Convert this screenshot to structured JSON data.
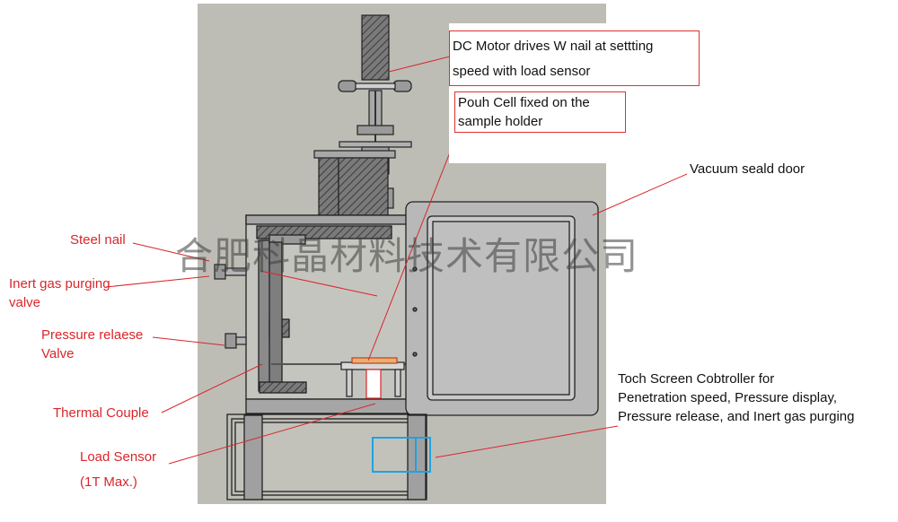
{
  "labels": {
    "dc_motor_line1": "DC Motor drives W nail at settting",
    "dc_motor_line2": "speed with load sensor",
    "pouch_line1": "Pouh Cell fixed on the",
    "pouch_line2": "sample holder",
    "vacuum_door": "Vacuum seald door",
    "steel_nail": "Steel nail",
    "inert_gas_line1": "Inert gas purging",
    "inert_gas_line2": "valve",
    "pressure_line1": "Pressure relaese",
    "pressure_line2": "Valve",
    "thermal_couple": "Thermal Couple",
    "load_sensor_line1": "Load Sensor",
    "load_sensor_line2": "(1T Max.)",
    "touch_line1": "Toch Screen Cobtroller for",
    "touch_line2": "Penetration speed, Pressure display,",
    "touch_line3": "Pressure release, and Inert gas purging"
  },
  "watermark": "合肥科晶材料技术有限公司",
  "colors": {
    "annotation_red": "#d9262b",
    "highlight_blue": "#1fa3e0",
    "background_gray": "#bdbdb6",
    "steel": "#8f8f8f"
  }
}
